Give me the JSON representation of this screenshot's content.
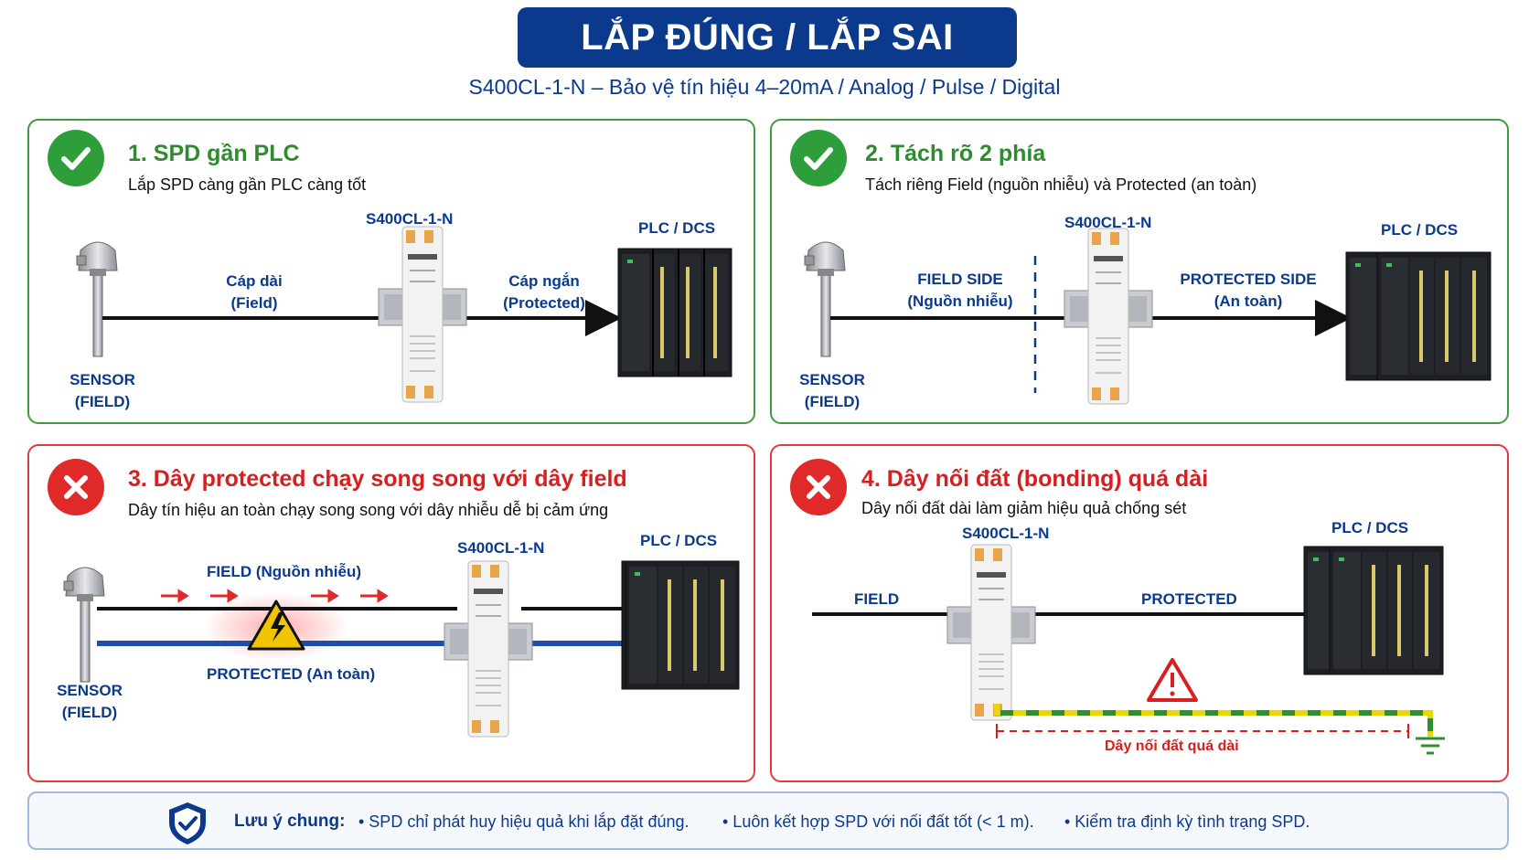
{
  "header": {
    "title": "LẮP ĐÚNG / LẮP SAI",
    "subtitle": "S400CL-1-N – Bảo vệ tín hiệu 4–20mA / Analog / Pulse / Digital"
  },
  "colors": {
    "brand_blue": "#0b3a8c",
    "ok_green": "#2e9e3a",
    "error_red": "#e02a2a",
    "ground_yellow_green": "#c8d400"
  },
  "panels": [
    {
      "status": "check-icon",
      "title": "1. SPD gần PLC",
      "desc": "Lắp SPD càng gần PLC càng tốt",
      "device": "S400CL-1-N",
      "plc": "PLC / DCS",
      "sensor": [
        "SENSOR",
        "(FIELD)"
      ],
      "left_cable": [
        "Cáp dài",
        "(Field)"
      ],
      "right_cable": [
        "Cáp ngắn",
        "(Protected)"
      ]
    },
    {
      "status": "check-icon",
      "title": "2. Tách rõ 2 phía",
      "desc": "Tách riêng Field (nguồn nhiễu) và Protected (an toàn)",
      "device": "S400CL-1-N",
      "plc": "PLC / DCS",
      "sensor": [
        "SENSOR",
        "(FIELD)"
      ],
      "left_side": [
        "FIELD SIDE",
        "(Nguồn nhiễu)"
      ],
      "right_side": [
        "PROTECTED SIDE",
        "(An toàn)"
      ]
    },
    {
      "status": "x-icon",
      "title": "3. Dây protected chạy song song với dây field",
      "desc": "Dây tín hiệu an toàn chạy song song với dây nhiễu dễ bị cảm ứng",
      "device": "S400CL-1-N",
      "plc": "PLC / DCS",
      "sensor": [
        "SENSOR",
        "(FIELD)"
      ],
      "field_wire": "FIELD (Nguồn nhiễu)",
      "protected_wire": "PROTECTED (An toàn)"
    },
    {
      "status": "x-icon",
      "title": "4. Dây nối đất (bonding) quá dài",
      "desc": "Dây nối đất dài làm giảm hiệu quả chống sét",
      "device": "S400CL-1-N",
      "plc": "PLC / DCS",
      "field": "FIELD",
      "protected": "PROTECTED",
      "ground_note": "Dây nối đất quá dài"
    }
  ],
  "footer": {
    "icon": "shield-check-icon",
    "label": "Lưu ý chung:",
    "notes": [
      "• SPD chỉ phát huy hiệu quả khi lắp đặt đúng.",
      "• Luôn kết hợp SPD với nối đất tốt (< 1 m).",
      "• Kiểm tra định kỳ tình trạng SPD."
    ]
  }
}
